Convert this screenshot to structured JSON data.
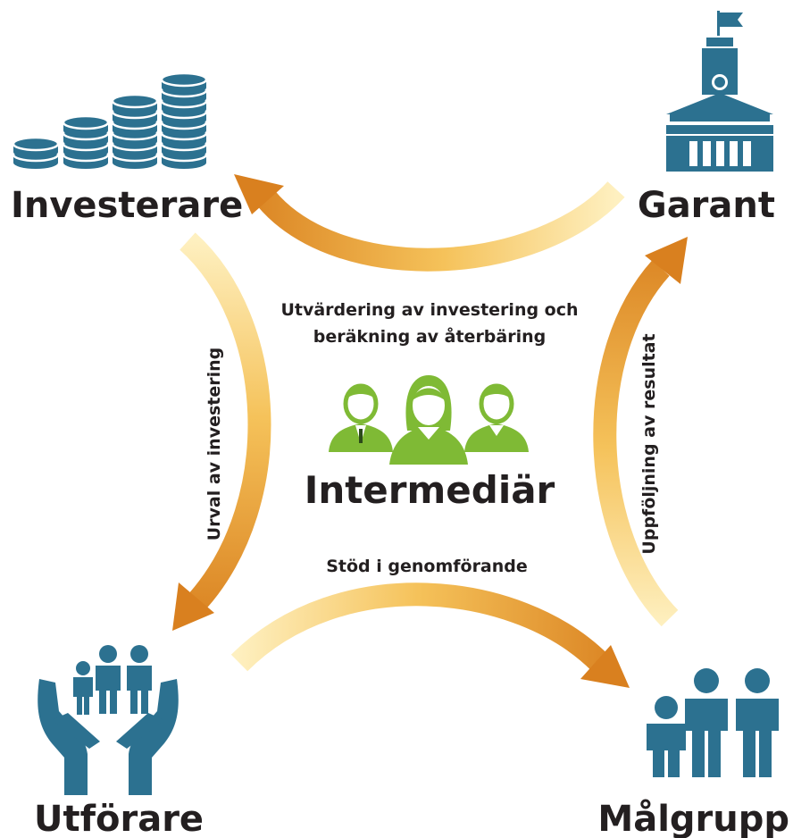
{
  "colors": {
    "icon_blue": "#2c7190",
    "arrow_light": "#fde9a8",
    "arrow_dark": "#d9801f",
    "green": "#7fba35",
    "text": "#231f20"
  },
  "nodes": {
    "investor": {
      "label": "Investerare",
      "icon": "coin-stacks-icon"
    },
    "guarantor": {
      "label": "Garant",
      "icon": "city-hall-icon"
    },
    "provider": {
      "label": "Utförare",
      "icon": "hands-holding-people-icon"
    },
    "target_group": {
      "label": "Målgrupp",
      "icon": "people-group-icon"
    },
    "intermediary": {
      "label": "Intermediär",
      "icon": "three-people-icon"
    }
  },
  "flows": {
    "top": {
      "label_line1": "Utvärdering av investering och",
      "label_line2": "beräkning av återbäring"
    },
    "left": {
      "label": "Urval av investering"
    },
    "right": {
      "label": "Uppföljning av resultat"
    },
    "bottom": {
      "label": "Stöd i genomförande"
    }
  }
}
